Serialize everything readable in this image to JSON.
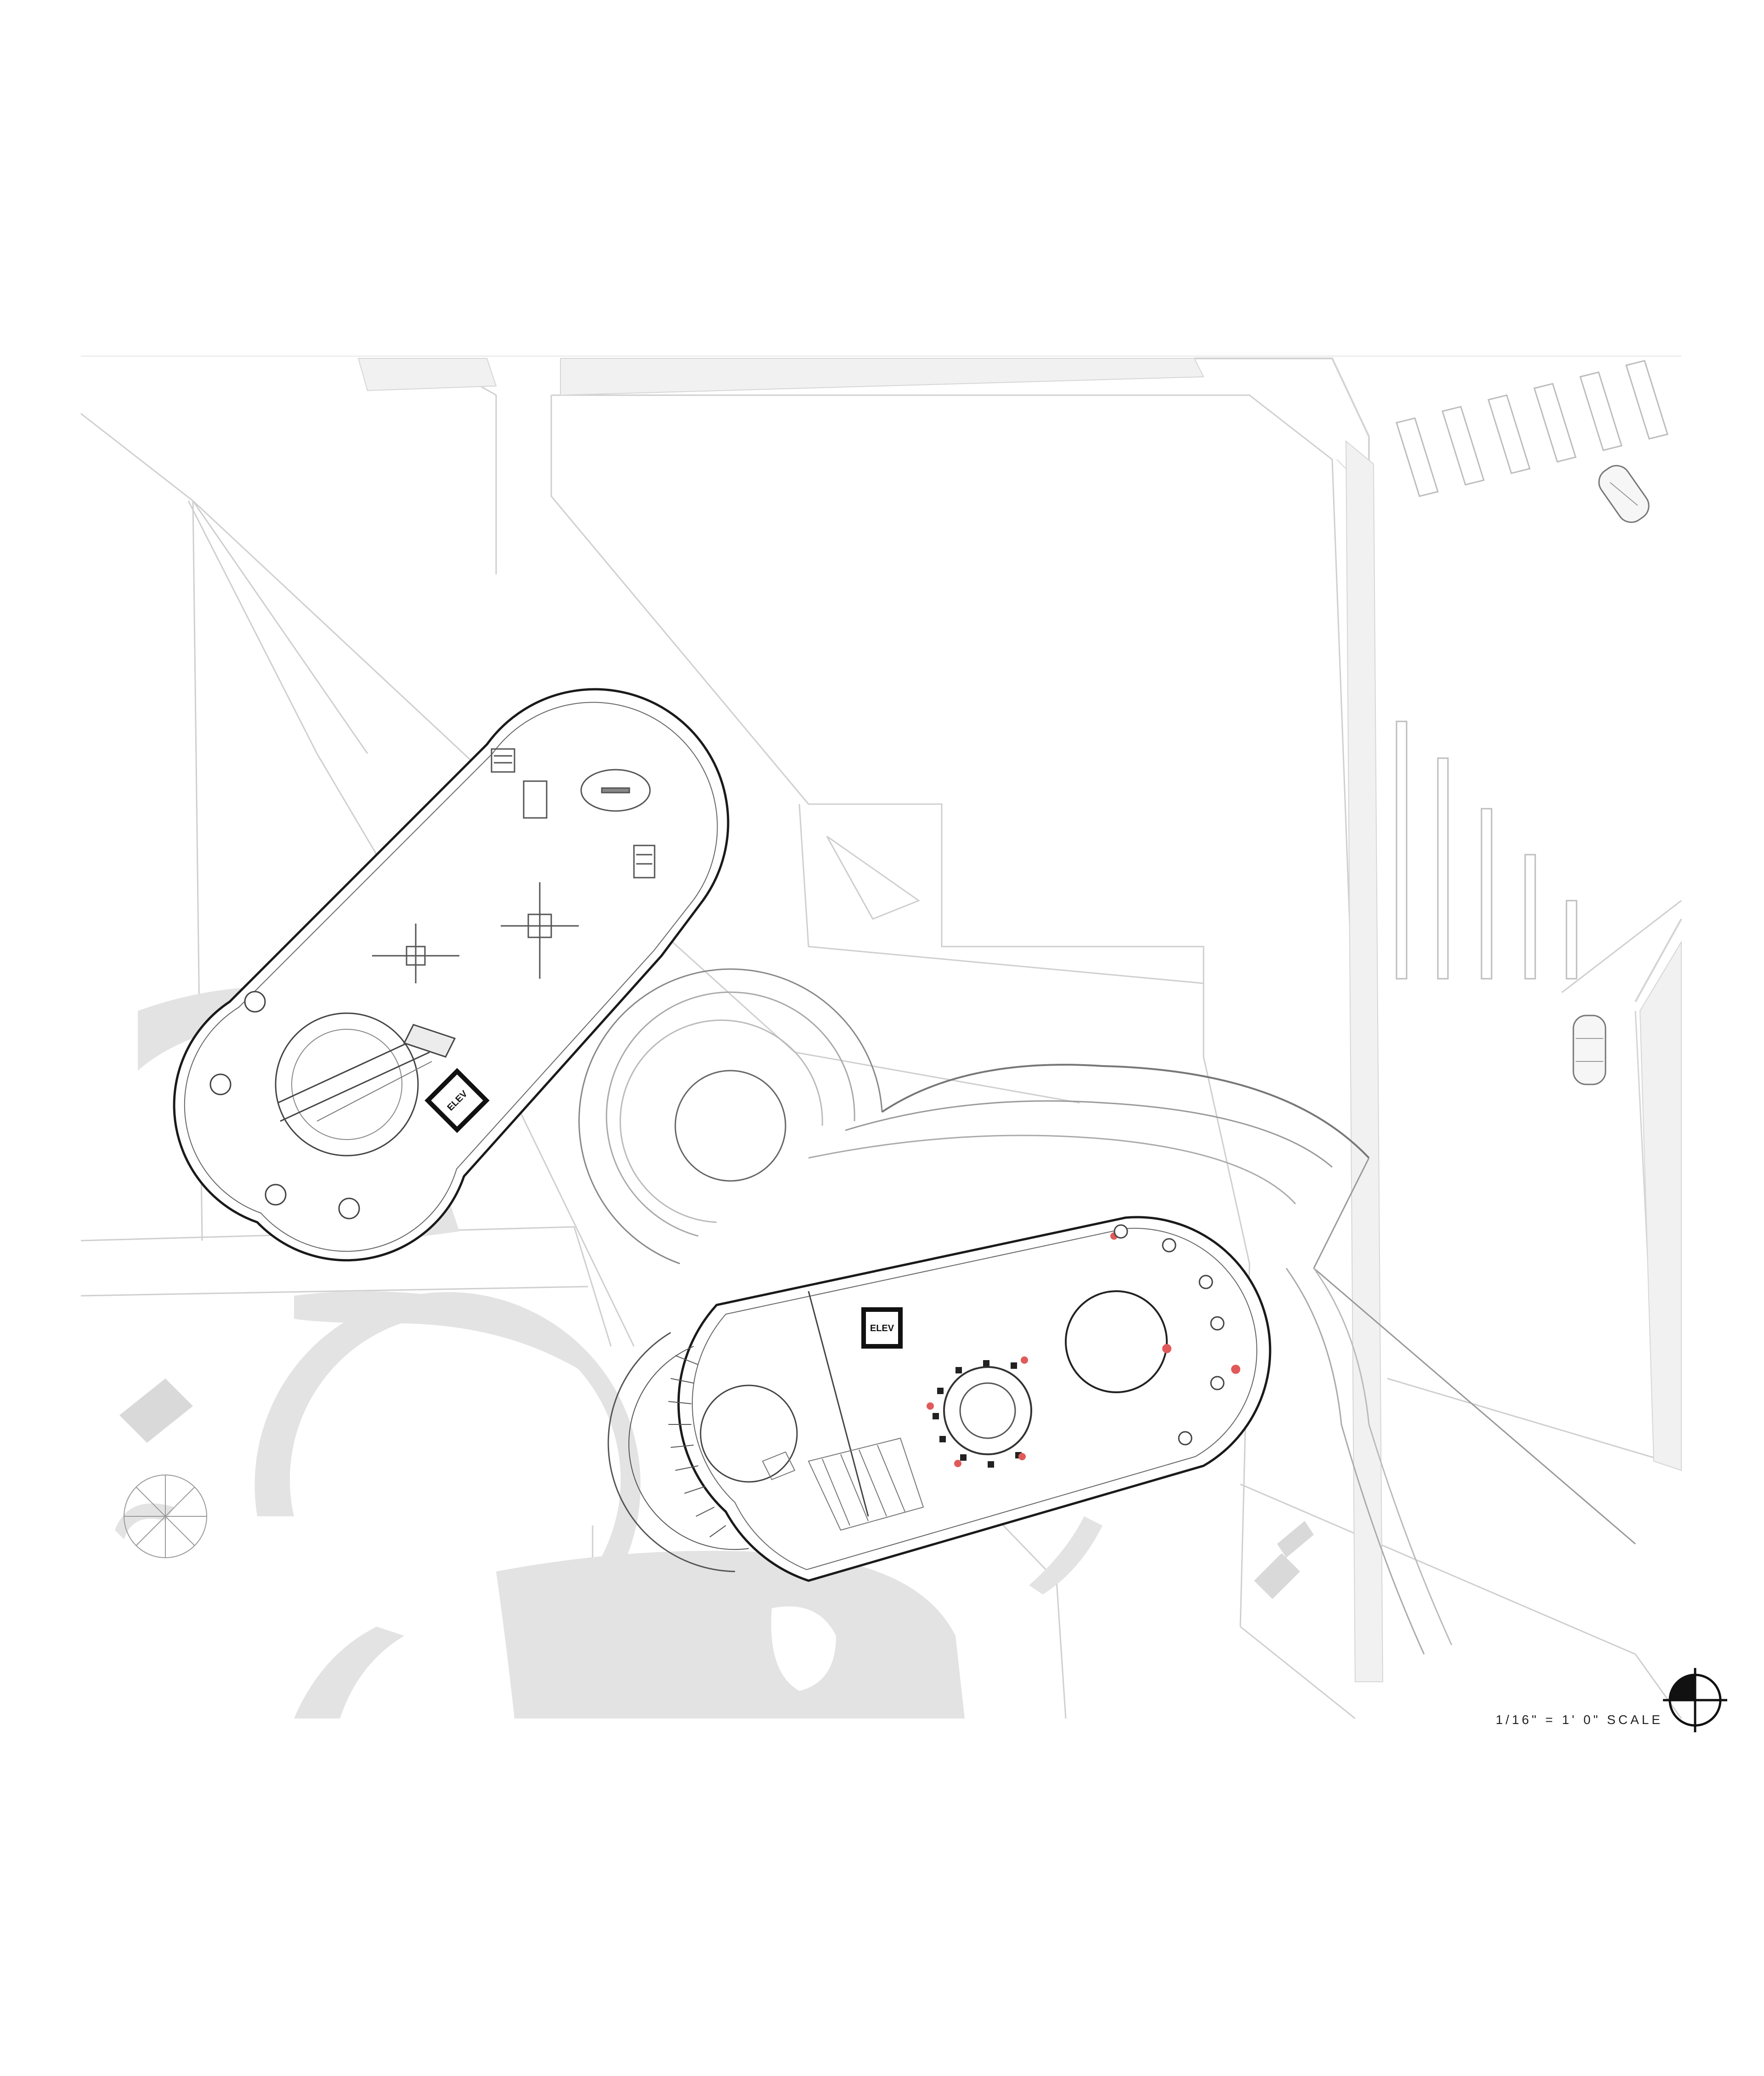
{
  "drawing": {
    "scale_text": "1/16\" = 1' 0\" SCALE",
    "elevator_labels": [
      "ELEV",
      "ELEV"
    ],
    "north_arrow_icon": "north-arrow-icon"
  },
  "colors": {
    "context": "#e2e2e2",
    "context_line": "#c8c8c8",
    "outline": "#1a1a1a",
    "furniture": "#555555",
    "people_accent": "#e05a5a"
  }
}
